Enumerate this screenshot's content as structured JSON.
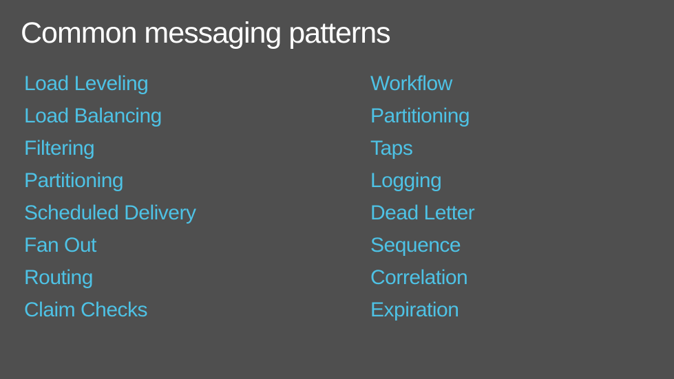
{
  "slide": {
    "title": "Common messaging patterns",
    "columns": {
      "left": {
        "items": [
          "Load Leveling",
          "Load Balancing",
          "Filtering",
          "Partitioning",
          "Scheduled Delivery",
          "Fan Out",
          "Routing",
          "Claim Checks"
        ]
      },
      "right": {
        "items": [
          "Workflow",
          "Partitioning",
          "Taps",
          "Logging",
          "Dead Letter",
          "Sequence",
          "Correlation",
          "Expiration"
        ]
      }
    },
    "colors": {
      "background": "#4f4f4f",
      "title_text": "#ffffff",
      "item_text": "#4ec2e5"
    }
  }
}
